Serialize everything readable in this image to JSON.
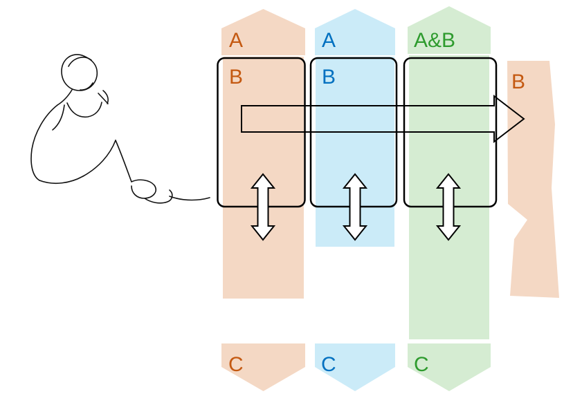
{
  "person": {
    "alt": "continuous line drawing of a seated person hunched over looking at a phone"
  },
  "streams": {
    "columns": [
      {
        "top_label": "A",
        "box_label": "B",
        "bottom_label": "C",
        "band_color": "#f4d8c4",
        "label_color": "#c45911"
      },
      {
        "top_label": "A",
        "box_label": "B",
        "bottom_label": "C",
        "band_color": "#cbebf8",
        "label_color": "#0070c0"
      },
      {
        "top_label": "A&B",
        "bottom_label": "C",
        "band_color": "#d5ecd2",
        "label_color": "#2e9b2e"
      }
    ],
    "right_band": {
      "label": "B",
      "band_color": "#f4d8c4",
      "label_color": "#c45911"
    }
  }
}
